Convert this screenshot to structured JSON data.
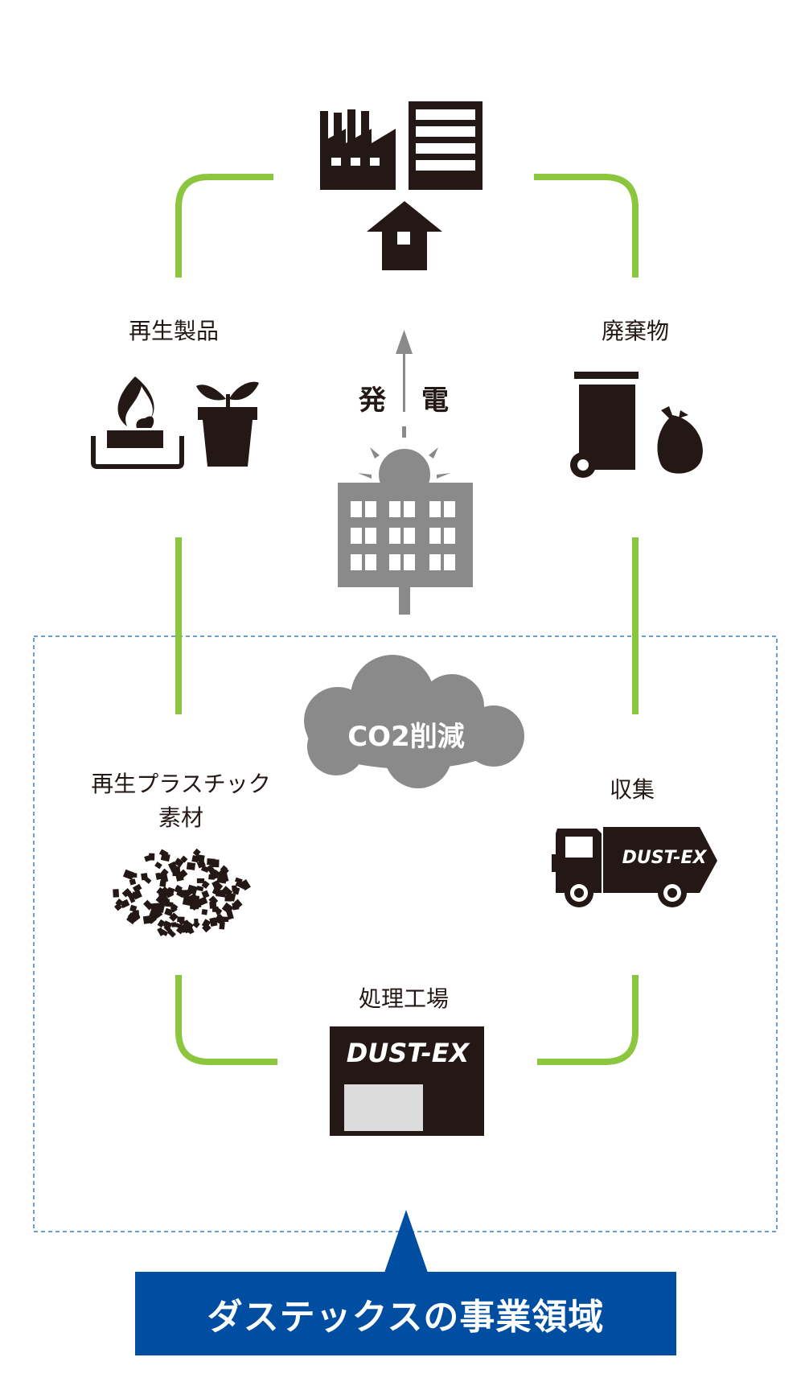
{
  "labels": {
    "recycled_products": "再生製品",
    "waste": "廃棄物",
    "recycled_plastic_line1": "再生プラスチック",
    "recycled_plastic_line2": "素材",
    "collection": "収集",
    "processing_plant": "処理工場",
    "power_gen_left": "発",
    "power_gen_right": "電",
    "co2_reduction": "CO2削減",
    "truck_brand": "DUST-EX",
    "plant_brand": "DUST-EX"
  },
  "banner": {
    "text": "ダステックスの事業領域"
  },
  "colors": {
    "cycle_line": "#8cc63f",
    "icon_dark": "#231815",
    "icon_gray": "#8a8a8a",
    "dashed_border": "#3a7fc1",
    "banner_bg": "#004ea2"
  },
  "icons": {
    "top": [
      "factory-icon",
      "building-icon",
      "house-icon"
    ],
    "left": [
      "burner-icon",
      "sprout-pot-icon"
    ],
    "right": [
      "trash-bin-icon",
      "garbage-bag-icon"
    ],
    "center": [
      "solar-panel-icon",
      "up-arrow-icon",
      "cloud-icon"
    ],
    "bottom_left": "plastic-pellets-icon",
    "bottom_right": "garbage-truck-icon",
    "bottom": "processing-plant-icon"
  }
}
